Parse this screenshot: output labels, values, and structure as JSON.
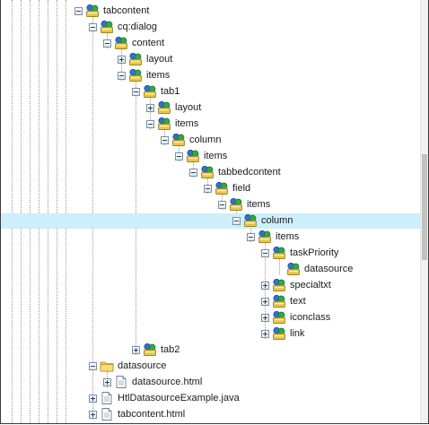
{
  "tree": {
    "nodes": [
      {
        "label": "tabcontent",
        "level": 0,
        "toggle": "minus",
        "icon": "node-icon"
      },
      {
        "label": "cq:dialog",
        "level": 1,
        "toggle": "minus",
        "icon": "node-icon"
      },
      {
        "label": "content",
        "level": 2,
        "toggle": "minus",
        "icon": "node-icon"
      },
      {
        "label": "layout",
        "level": 3,
        "toggle": "plus",
        "icon": "node-icon"
      },
      {
        "label": "items",
        "level": 3,
        "toggle": "minus",
        "icon": "node-icon"
      },
      {
        "label": "tab1",
        "level": 4,
        "toggle": "minus",
        "icon": "node-icon"
      },
      {
        "label": "layout",
        "level": 5,
        "toggle": "plus",
        "icon": "node-icon"
      },
      {
        "label": "items",
        "level": 5,
        "toggle": "minus",
        "icon": "node-icon"
      },
      {
        "label": "column",
        "level": 6,
        "toggle": "minus",
        "icon": "node-icon"
      },
      {
        "label": "items",
        "level": 7,
        "toggle": "minus",
        "icon": "node-icon"
      },
      {
        "label": "tabbedcontent",
        "level": 8,
        "toggle": "minus",
        "icon": "node-icon"
      },
      {
        "label": "field",
        "level": 9,
        "toggle": "minus",
        "icon": "node-icon"
      },
      {
        "label": "items",
        "level": 10,
        "toggle": "minus",
        "icon": "node-icon"
      },
      {
        "label": "column",
        "level": 11,
        "toggle": "minus",
        "icon": "node-icon",
        "selected": true
      },
      {
        "label": "items",
        "level": 12,
        "toggle": "minus",
        "icon": "node-icon"
      },
      {
        "label": "taskPriority",
        "level": 13,
        "toggle": "minus",
        "icon": "node-icon"
      },
      {
        "label": "datasource",
        "level": 14,
        "toggle": "none",
        "icon": "node-icon"
      },
      {
        "label": "specialtxt",
        "level": 13,
        "toggle": "plus",
        "icon": "node-icon"
      },
      {
        "label": "text",
        "level": 13,
        "toggle": "plus",
        "icon": "node-icon"
      },
      {
        "label": "iconclass",
        "level": 13,
        "toggle": "plus",
        "icon": "node-icon"
      },
      {
        "label": "link",
        "level": 13,
        "toggle": "plus",
        "icon": "node-icon"
      },
      {
        "label": "tab2",
        "level": 4,
        "toggle": "plus",
        "icon": "node-icon"
      },
      {
        "label": "datasource",
        "level": 1,
        "toggle": "minus",
        "icon": "folder-icon"
      },
      {
        "label": "datasource.html",
        "level": 2,
        "toggle": "plus",
        "icon": "file-icon"
      },
      {
        "label": "HtlDatasourceExample.java",
        "level": 1,
        "toggle": "plus",
        "icon": "file-icon"
      },
      {
        "label": "tabcontent.html",
        "level": 1,
        "toggle": "plus",
        "icon": "file-icon"
      }
    ]
  },
  "colors": {
    "selection": "#cceffb",
    "guide": "#9a9a9a"
  }
}
